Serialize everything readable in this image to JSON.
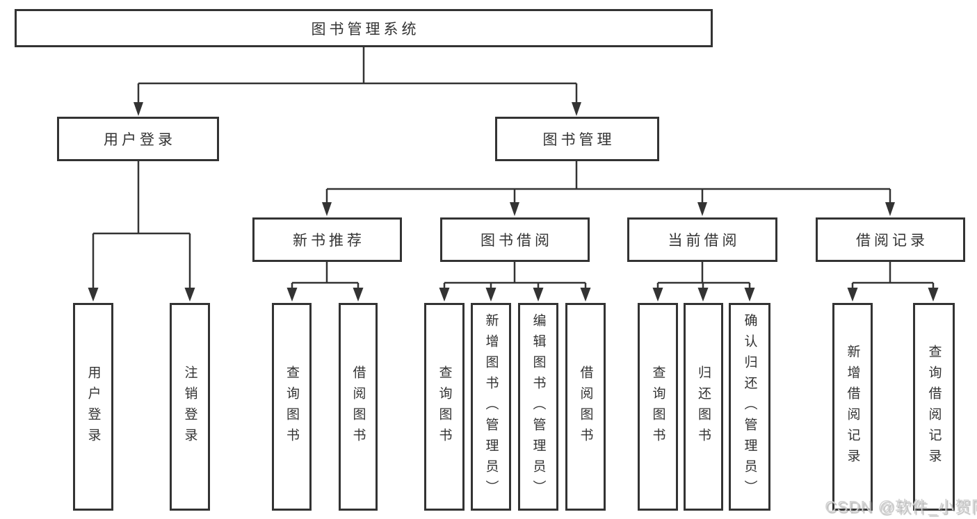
{
  "diagram": {
    "root": {
      "label": "图书管理系统"
    },
    "level2": [
      {
        "id": "user-login",
        "label": "用户登录"
      },
      {
        "id": "book-management",
        "label": "图书管理"
      }
    ],
    "level3": [
      {
        "id": "new-book-recommend",
        "label": "新书推荐",
        "parent": "图书管理"
      },
      {
        "id": "book-borrow",
        "label": "图书借阅",
        "parent": "图书管理"
      },
      {
        "id": "current-borrow",
        "label": "当前借阅",
        "parent": "图书管理"
      },
      {
        "id": "borrow-record",
        "label": "借阅记录",
        "parent": "图书管理"
      }
    ],
    "leaves": [
      {
        "id": "leaf-user-login",
        "label": "用户登录",
        "parent": "用户登录"
      },
      {
        "id": "leaf-logout",
        "label": "注销登录",
        "parent": "用户登录"
      },
      {
        "id": "leaf-query-book-1",
        "label": "查询图书",
        "parent": "新书推荐"
      },
      {
        "id": "leaf-borrow-book-1",
        "label": "借阅图书",
        "parent": "新书推荐"
      },
      {
        "id": "leaf-query-book-2",
        "label": "查询图书",
        "parent": "图书借阅"
      },
      {
        "id": "leaf-add-book",
        "label": "新增图书（管理员）",
        "parent": "图书借阅"
      },
      {
        "id": "leaf-edit-book",
        "label": "编辑图书（管理员）",
        "parent": "图书借阅"
      },
      {
        "id": "leaf-borrow-book-2",
        "label": "借阅图书",
        "parent": "图书借阅"
      },
      {
        "id": "leaf-query-book-3",
        "label": "查询图书",
        "parent": "当前借阅"
      },
      {
        "id": "leaf-return-book",
        "label": "归还图书",
        "parent": "当前借阅"
      },
      {
        "id": "leaf-confirm-return",
        "label": "确认归还（管理员）",
        "parent": "当前借阅"
      },
      {
        "id": "leaf-add-borrow-record",
        "label": "新增借阅记录",
        "parent": "借阅记录"
      },
      {
        "id": "leaf-query-borrow-record",
        "label": "查询借阅记录",
        "parent": "借阅记录"
      }
    ]
  },
  "watermark": {
    "text": "CSDN @软件_小贺同学"
  },
  "colors": {
    "line": "#333333",
    "text": "#333333",
    "box_background": "#ffffff",
    "page_background": "#ffffff",
    "watermark": "#d2d2d2"
  }
}
